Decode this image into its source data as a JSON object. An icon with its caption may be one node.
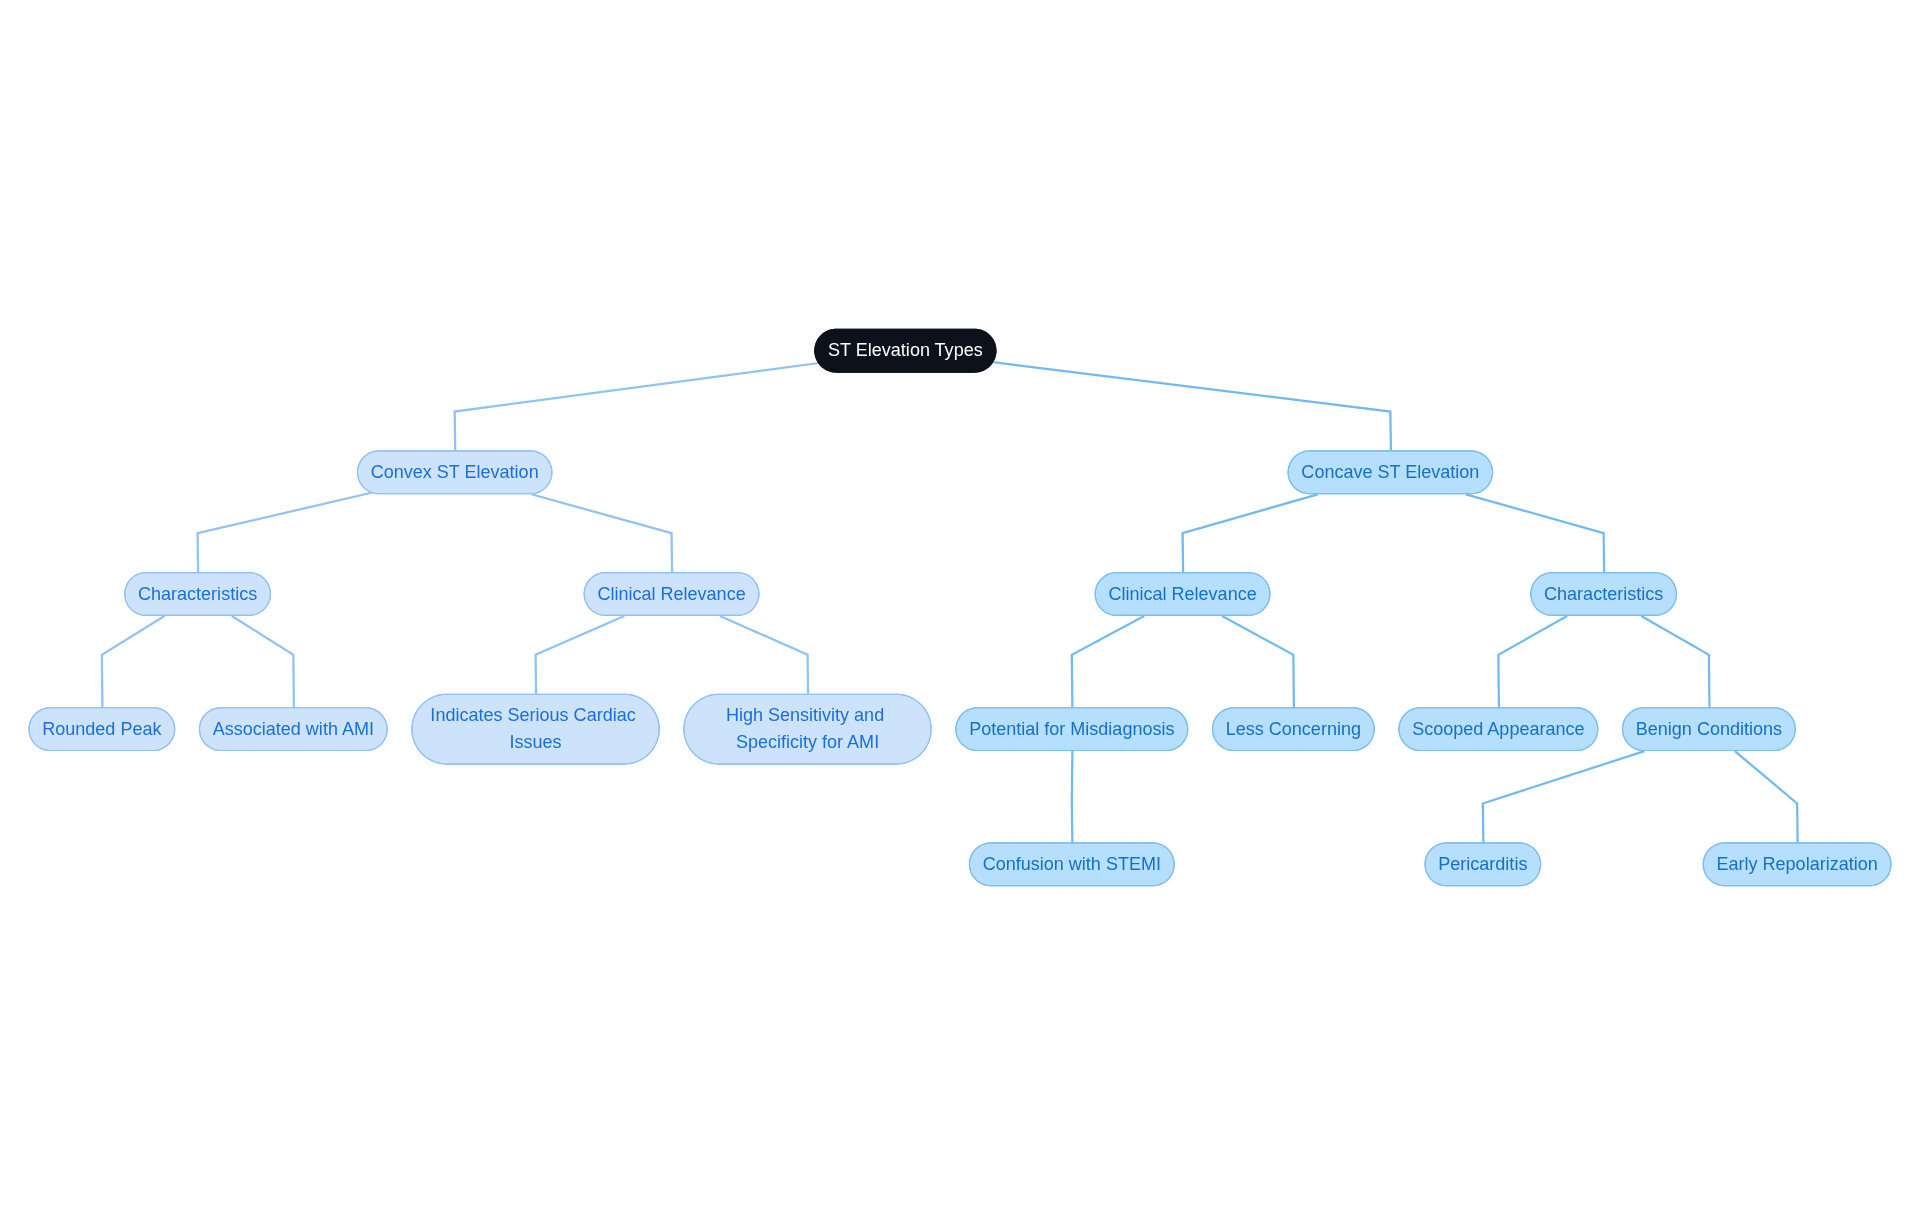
{
  "diagram": {
    "nodes": [
      {
        "text": [
          "ST Elevation Types"
        ]
      },
      {
        "text": [
          "Convex ST Elevation"
        ]
      },
      {
        "text": [
          "Characteristics"
        ]
      },
      {
        "text": [
          "Rounded Peak"
        ]
      },
      {
        "text": [
          "Associated with AMI"
        ]
      },
      {
        "text": [
          "Clinical Relevance"
        ]
      },
      {
        "text": [
          "Indicates Serious Cardiac Issues"
        ]
      },
      {
        "text": [
          "High Sensitivity and Specificity for AMI"
        ]
      },
      {
        "text": [
          "Concave ST Elevation"
        ]
      },
      {
        "text": [
          "Clinical Relevance"
        ]
      },
      {
        "text": [
          "Potential for Misdiagnosis"
        ]
      },
      {
        "text": [
          "Confusion with STEMI"
        ]
      },
      {
        "text": [
          "Less Concerning"
        ]
      },
      {
        "text": [
          "Characteristics"
        ]
      },
      {
        "text": [
          "Scooped Appearance"
        ]
      },
      {
        "text": [
          "Benign Conditions"
        ]
      },
      {
        "text": [
          "Pericarditis"
        ]
      },
      {
        "text": [
          "Early Repolarization"
        ]
      }
    ],
    "edges": [
      {
        "from": 0,
        "to": 1,
        "arrow": "none",
        "color": "#90c2f2"
      },
      {
        "from": 1,
        "to": 2,
        "arrow": "none",
        "color": "#90c2f2"
      },
      {
        "from": 2,
        "to": 3,
        "arrow": "none",
        "color": "#90c2f2"
      },
      {
        "from": 2,
        "to": 4,
        "arrow": "none",
        "color": "#90c2f2"
      },
      {
        "from": 1,
        "to": 5,
        "arrow": "none",
        "color": "#90c2f2"
      },
      {
        "from": 5,
        "to": 6,
        "arrow": "none",
        "color": "#90c2f2"
      },
      {
        "from": 5,
        "to": 7,
        "arrow": "none",
        "color": "#90c2f2"
      },
      {
        "from": 0,
        "to": 8,
        "arrow": "none"
      },
      {
        "from": 8,
        "to": 9,
        "arrow": "none"
      },
      {
        "from": 9,
        "to": 10,
        "arrow": "none"
      },
      {
        "from": 10,
        "to": 11,
        "arrow": "none"
      },
      {
        "from": 9,
        "to": 12,
        "arrow": "none"
      },
      {
        "from": 8,
        "to": 13,
        "arrow": "none"
      },
      {
        "from": 13,
        "to": 14,
        "arrow": "none"
      },
      {
        "from": 13,
        "to": 15,
        "arrow": "none"
      },
      {
        "from": 15,
        "to": 16,
        "arrow": "none"
      },
      {
        "from": 15,
        "to": 17,
        "arrow": "none"
      }
    ]
  }
}
